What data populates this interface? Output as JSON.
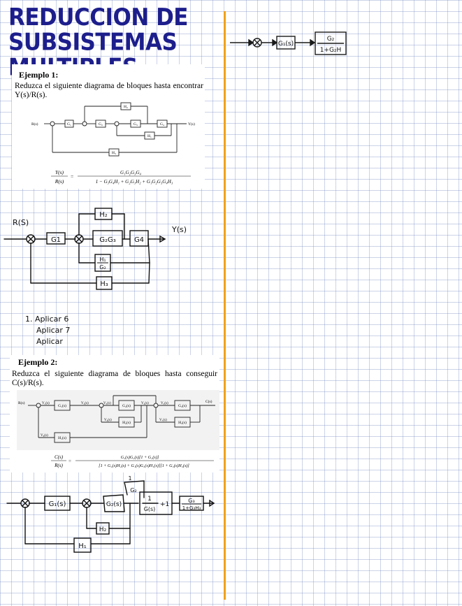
{
  "page": {
    "title": "REDUCCION DE SUBSISTEMAS MULTIPLES"
  },
  "top_sketch": {
    "block1": "G₁(s)",
    "tf_num": "G₂",
    "tf_den": "1+G₂H"
  },
  "example1": {
    "heading": "Ejemplo 1:",
    "prompt": "Reduzca el siguiente diagrama de bloques hasta encontrar Y(s)/R(s).",
    "diagram": {
      "input": "R(s)",
      "output": "Y(s)",
      "blocks": [
        "G₁",
        "G₂",
        "G₃",
        "G₄",
        "H₁",
        "H₂",
        "H₃"
      ]
    },
    "formula_lhs_num": "Y(s)",
    "formula_lhs_den": "R(s)",
    "formula_rhs_num": "G₁G₂G₃G₄",
    "formula_rhs_den": "1 − G₃G₄H₁ + G₂G₃H₂ + G₁G₂G₃G₄H₃"
  },
  "handwritten1": {
    "input": "R(S)",
    "output": "Y(s)",
    "blocks": [
      "G1",
      "G₂G₃",
      "G4",
      "H₂",
      "H₁",
      "G₂",
      "H₃"
    ]
  },
  "steps": {
    "line1": "1. Aplicar 6",
    "line2": "Aplicar 7",
    "line3": "Aplicar"
  },
  "example2": {
    "heading": "Ejemplo 2:",
    "prompt": "Reduzca el siguiente diagrama de bloques hasta conseguir C(s)/R(s).",
    "diagram": {
      "input": "R(s)",
      "output": "C(s)",
      "signals": [
        "V₁(s)",
        "V₂(s)",
        "V₃(s)",
        "V₄(s)",
        "V₅(s)",
        "V₆(s)",
        "V₇(s)",
        "V₈(s)"
      ],
      "blocks": [
        "G₁(s)",
        "G₂(s)",
        "G₃(s)",
        "H₁(s)",
        "H₂(s)",
        "H₃(s)"
      ]
    },
    "formula_lhs_num": "C(s)",
    "formula_lhs_den": "R(s)",
    "formula_rhs_num": "G₁(s)G₂(s)[1 + G₂(s)]",
    "formula_rhs_den": "[1 + G₂(s)H₂(s) + G₁(s)G₂(s)H₁(s)][1 + G₃(s)H₃(s)]"
  },
  "handwritten2": {
    "blocks": [
      "G₁(s)",
      "G₂(s)",
      "H₂",
      "H₁",
      "G₂"
    ],
    "g2_top": "1",
    "frac_num": "1",
    "frac_den": "G(s)",
    "plus_one": "+1",
    "tf_num": "G₃",
    "tf_den": "1+G₃H₃"
  }
}
